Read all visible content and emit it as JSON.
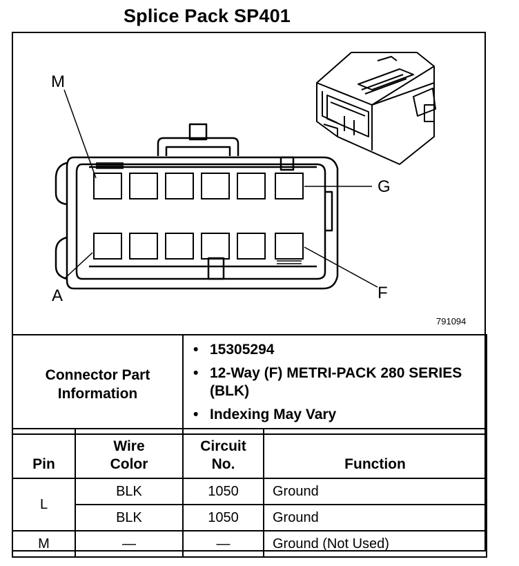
{
  "title": "Splice Pack SP401",
  "diagram": {
    "figure_id": "791094",
    "labels": {
      "m": "M",
      "a": "A",
      "g": "G",
      "f": "F"
    }
  },
  "connector_info": {
    "label_line1": "Connector Part",
    "label_line2": "Information",
    "items": [
      "15305294",
      "12-Way (F) METRI-PACK 280 SERIES (BLK)",
      "Indexing May Vary"
    ]
  },
  "table": {
    "headers": {
      "pin": "Pin",
      "wire_color_1": "Wire",
      "wire_color_2": "Color",
      "circuit_1": "Circuit",
      "circuit_2": "No.",
      "function": "Function"
    },
    "rows": [
      {
        "pin": "L",
        "wire_color": "BLK",
        "circuit": "1050",
        "function": "Ground"
      },
      {
        "pin": "",
        "wire_color": "BLK",
        "circuit": "1050",
        "function": "Ground"
      },
      {
        "pin": "M",
        "wire_color": "—",
        "circuit": "—",
        "function": "Ground (Not Used)"
      }
    ]
  }
}
